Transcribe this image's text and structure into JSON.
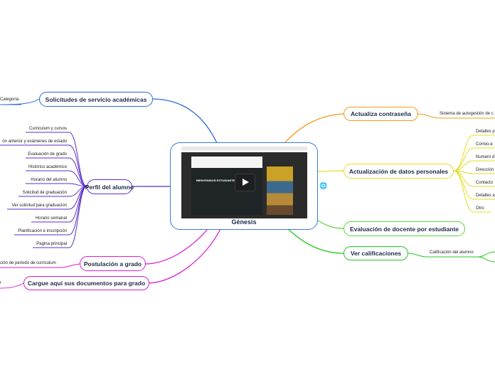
{
  "center": {
    "label": "Génesis",
    "video_text": "BIENVENIDOS ESTUDIANTES"
  },
  "branches": {
    "solicitudes": {
      "label": "Solicitudes de servicio académicas",
      "leaves": [
        "Categoría"
      ]
    },
    "perfil": {
      "label": "Perfil del alumno",
      "leaves": [
        "Curriculum y cursos",
        "ón anterior y exámenes de estado",
        "Evaluación de grado",
        "Histórico académico",
        "Horario del alumno",
        "Solicitud de graduación",
        "Ver solicitud para graduacion",
        "Horario semanal",
        "Planificación e inscripción",
        "Pagina principal"
      ]
    },
    "postulacion": {
      "label": "Postulación a grado",
      "leaves": [
        "ción de periodo de curriculum"
      ]
    },
    "cargue": {
      "label": "Cargue aquí sus documentos para grado",
      "leaves": [
        "r"
      ]
    },
    "contrasena": {
      "label": "Actualiza contraseña",
      "leaves": [
        "Sistema de autogestión de c"
      ]
    },
    "datos": {
      "label": "Actualización de datos personales",
      "leaves": [
        "Detalles p",
        "Correo-e",
        "Numero d",
        "Dirección",
        "Contacto",
        "Detalles a",
        "Otro"
      ]
    },
    "evaluacion": {
      "label": "Evaluación de docente por estudiante"
    },
    "calificaciones": {
      "label": "Ver calificaciones",
      "leaves": [
        "Calificación del alumno"
      ]
    }
  },
  "colors": {
    "blue": "#2a6bd6",
    "purple": "#5b2fc9",
    "magenta": "#d81ed2",
    "orange": "#f29b1c",
    "yellow": "#e6dc1e",
    "green": "#58d63a",
    "bright_green": "#22c81e"
  },
  "icons": {
    "link": "globe-icon"
  }
}
